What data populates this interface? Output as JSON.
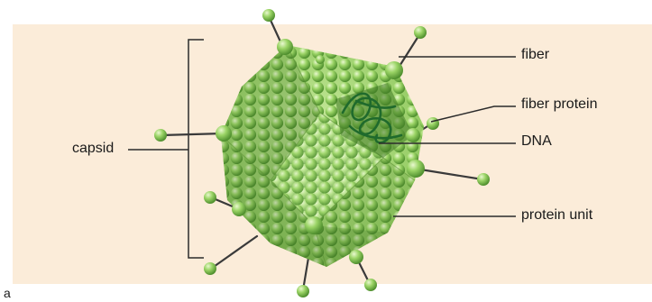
{
  "figure": {
    "panel_letter": "a",
    "labels": {
      "capsid": "capsid",
      "fiber": "fiber",
      "fiber_protein": "fiber protein",
      "dna": "DNA",
      "protein_unit": "protein unit"
    }
  },
  "colors": {
    "panel_background": "#fbecd9",
    "capsid_light": "#c6e89a",
    "capsid_mid": "#8fcf5c",
    "capsid_dark": "#5f9c3a",
    "dna_strand": "#1f6a2c",
    "leader_line": "#2b2b2b",
    "fiber_shaft": "#3a3a3a"
  },
  "icons": {
    "virus": "adenovirus-capsid-illustration"
  }
}
